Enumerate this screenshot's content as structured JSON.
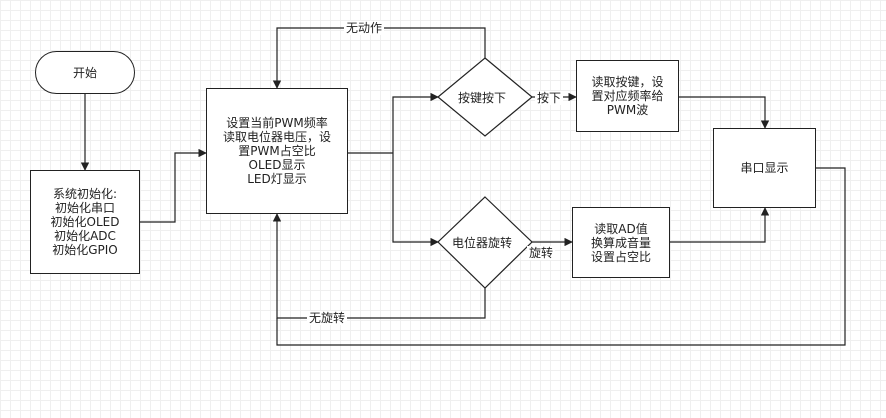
{
  "diagram": {
    "nodes": {
      "start": "开始",
      "init": "系统初始化:\n初始化串口\n初始化OLED\n初始化ADC\n初始化GPIO",
      "main": "设置当前PWM频率\n读取电位器电压，设\n置PWM占空比\nOLED显示\nLED灯显示",
      "key_decision": "按键按下",
      "pot_decision": "电位器旋转",
      "read_key": "读取按键，设\n置对应频率给\nPWM波",
      "read_ad": "读取AD值\n换算成音量\n设置占空比",
      "serial": "串口显示"
    },
    "edges": {
      "no_action": "无动作",
      "pressed": "按下",
      "rotated": "旋转",
      "no_rotation": "无旋转"
    }
  }
}
